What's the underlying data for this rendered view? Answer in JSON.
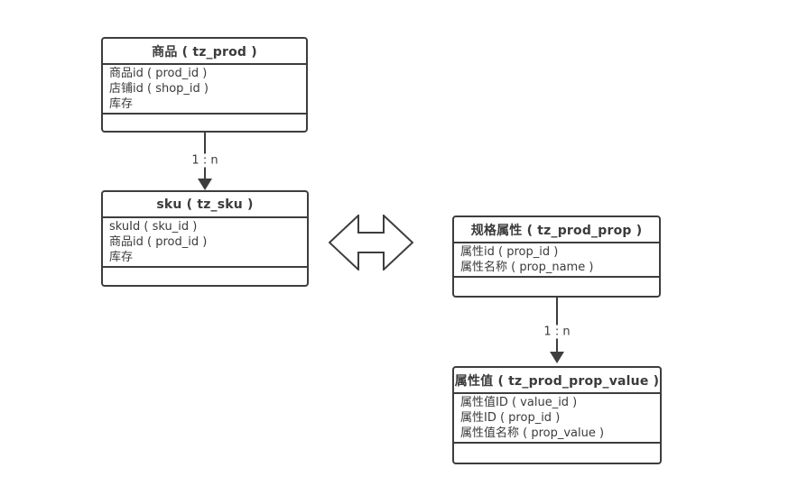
{
  "diagram": {
    "colors": {
      "line": "#3d3d3d",
      "text": "#3b3b3b",
      "background": "#ffffff"
    },
    "entities": [
      {
        "id": "tz_prod",
        "title": "商品 ( tz_prod )",
        "fields": [
          "商品id ( prod_id )",
          "店铺id ( shop_id )",
          "库存"
        ]
      },
      {
        "id": "tz_sku",
        "title": "sku ( tz_sku )",
        "fields": [
          "skuId ( sku_id )",
          "商品id ( prod_id )",
          "库存"
        ]
      },
      {
        "id": "tz_prod_prop",
        "title": "规格属性 ( tz_prod_prop )",
        "fields": [
          "属性id ( prop_id )",
          "属性名称 ( prop_name )"
        ]
      },
      {
        "id": "tz_prod_prop_value",
        "title": "属性值 ( tz_prod_prop_value )",
        "fields": [
          "属性值ID ( value_id )",
          "属性ID ( prop_id )",
          "属性值名称 ( prop_value )"
        ]
      }
    ],
    "connectors": [
      {
        "from": "tz_prod",
        "to": "tz_sku",
        "label": "1 : n"
      },
      {
        "from": "tz_prod_prop",
        "to": "tz_prod_prop_value",
        "label": "1 : n"
      }
    ]
  }
}
